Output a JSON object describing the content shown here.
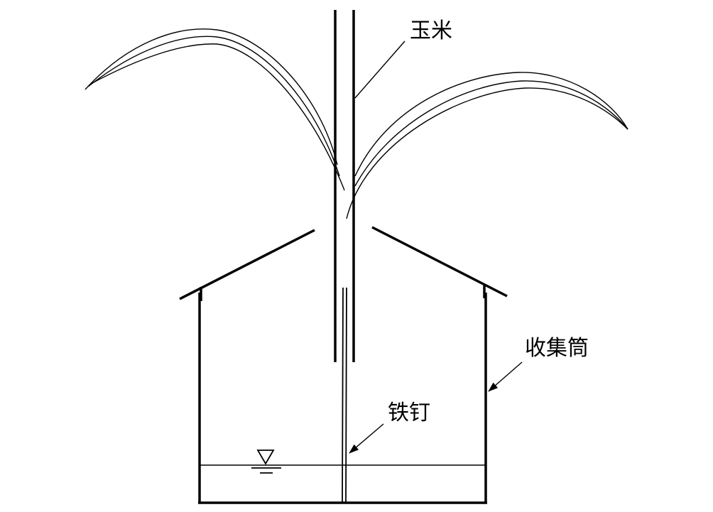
{
  "labels": {
    "corn": "玉米",
    "collector": "收集筒",
    "nail": "铁钉"
  },
  "colors": {
    "line": "#000000",
    "background": "#ffffff"
  }
}
